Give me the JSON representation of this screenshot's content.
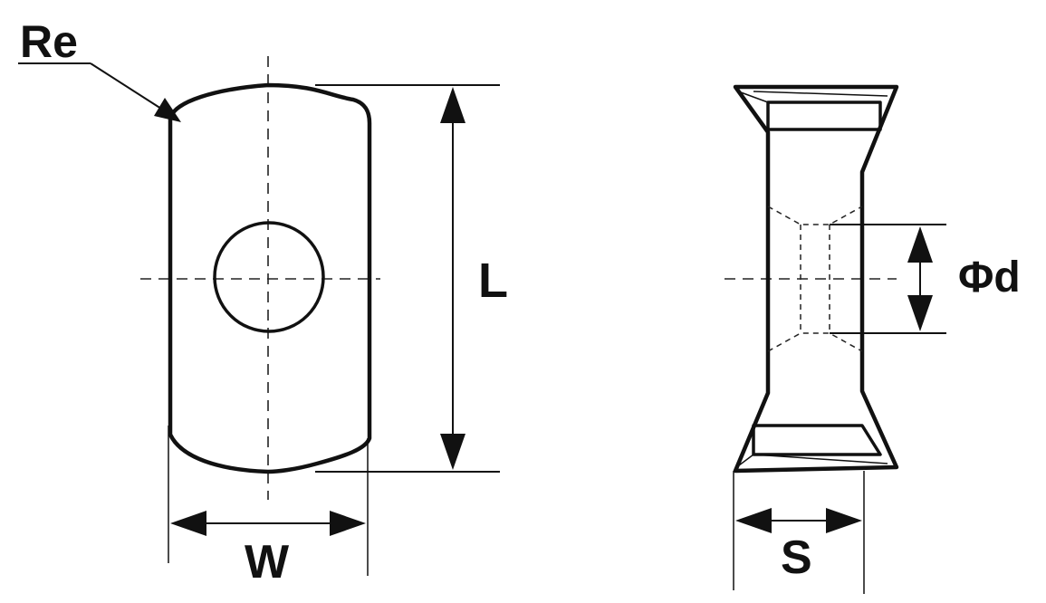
{
  "labels": {
    "radius": "Re",
    "length": "L",
    "width": "W",
    "diameter": "Φd",
    "thickness": "S"
  }
}
